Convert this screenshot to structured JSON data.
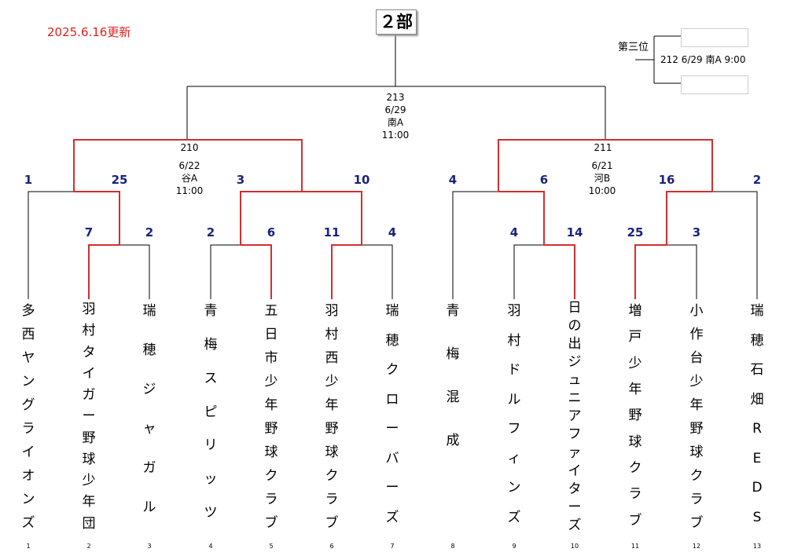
{
  "update_label": "2025.6.16更新",
  "title": "２部",
  "third_place": {
    "label": "第三位",
    "info": "212  6/29  南A 9:00"
  },
  "matches": {
    "m213": {
      "no": "213",
      "date": "6/29",
      "venue": "南A",
      "time": "11:00"
    },
    "m210": {
      "no": "210",
      "date": "6/22",
      "venue": "谷A",
      "time": "11:00"
    },
    "m211": {
      "no": "211",
      "date": "6/21",
      "venue": "河B",
      "time": "10:00"
    }
  },
  "scores": [
    "1",
    "25",
    "3",
    "10",
    "4",
    "6",
    "16",
    "2",
    "7",
    "2",
    "2",
    "6",
    "11",
    "4",
    "4",
    "14",
    "25",
    "3"
  ],
  "teams": [
    {
      "no": "1",
      "name": "多西ヤングライオンズ"
    },
    {
      "no": "2",
      "name": "羽村タイガー野球少年団"
    },
    {
      "no": "3",
      "name": "瑞穂ジャガル"
    },
    {
      "no": "4",
      "name": "青梅スピリッツ"
    },
    {
      "no": "5",
      "name": "五日市少年野球クラブ"
    },
    {
      "no": "6",
      "name": "羽村西少年野球クラブ"
    },
    {
      "no": "7",
      "name": "瑞穂クローバーズ"
    },
    {
      "no": "8",
      "name": "青梅混成"
    },
    {
      "no": "9",
      "name": "羽村ドルフィンズ"
    },
    {
      "no": "10",
      "name": "日の出ジュニアファイターズ"
    },
    {
      "no": "11",
      "name": "増戸少年野球クラブ"
    },
    {
      "no": "12",
      "name": "小作台少年野球クラブ"
    },
    {
      "no": "13",
      "name": "瑞穂石畑REDS"
    }
  ],
  "colors": {
    "winner_line": "#d32f2f",
    "line": "#000000",
    "score": "#1a237e",
    "update": "#e02020"
  }
}
